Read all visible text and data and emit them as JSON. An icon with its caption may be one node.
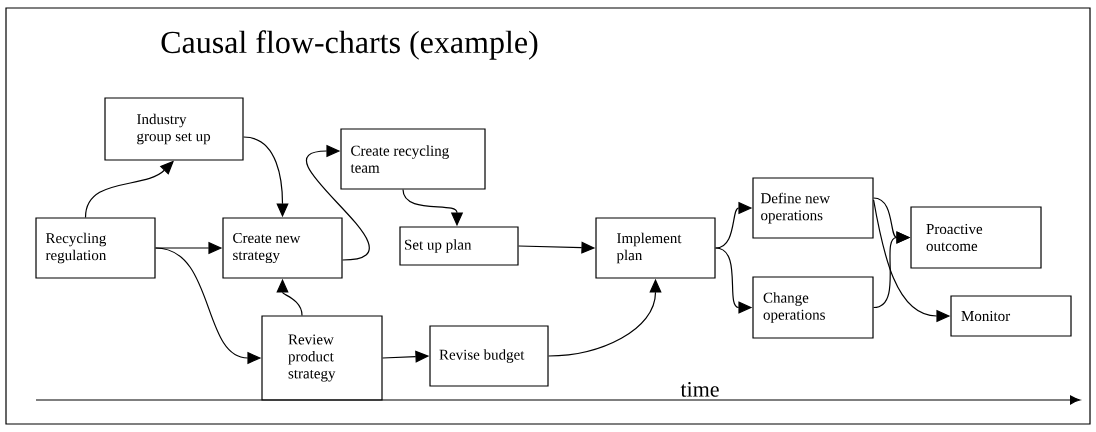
{
  "diagram": {
    "title": "Causal flow-charts (example)",
    "nodes": [
      {
        "text": [
          "Industry group set up"
        ]
      },
      {
        "text": [
          "Create recycling team"
        ]
      },
      {
        "text": [
          "Recycling regulation"
        ]
      },
      {
        "text": [
          "Create new strategy"
        ]
      },
      {
        "text": [
          "Set up plan"
        ]
      },
      {
        "text": [
          "Implement plan"
        ]
      },
      {
        "text": [
          "Define new operations"
        ]
      },
      {
        "text": [
          "Proactive outcome"
        ]
      },
      {
        "text": [
          "Review product strategy"
        ]
      },
      {
        "text": [
          "Revise budget"
        ]
      },
      {
        "text": [
          "Change operations"
        ]
      },
      {
        "text": [
          "Monitor"
        ]
      }
    ],
    "edges": [
      {
        "from": 2,
        "to": 0,
        "arrow": "to"
      },
      {
        "from": 0,
        "to": 3,
        "arrow": "to"
      },
      {
        "from": 3,
        "to": 1,
        "arrow": "to"
      },
      {
        "from": 1,
        "to": 4,
        "arrow": "to"
      },
      {
        "from": 2,
        "to": 3,
        "arrow": "to"
      },
      {
        "from": 2,
        "to": 8,
        "arrow": "to"
      },
      {
        "from": 8,
        "to": 3,
        "arrow": "to"
      },
      {
        "from": 8,
        "to": 9,
        "arrow": "to"
      },
      {
        "from": 4,
        "to": 5,
        "arrow": "to"
      },
      {
        "from": 9,
        "to": 5,
        "arrow": "to"
      },
      {
        "from": 5,
        "to": 6,
        "arrow": "to"
      },
      {
        "from": 5,
        "to": 10,
        "arrow": "to"
      },
      {
        "from": 6,
        "to": 7,
        "arrow": "to"
      },
      {
        "from": 6,
        "to": 11,
        "arrow": "to"
      },
      {
        "from": 10,
        "to": 7,
        "arrow": "to"
      }
    ],
    "labels": [
      "time"
    ]
  }
}
